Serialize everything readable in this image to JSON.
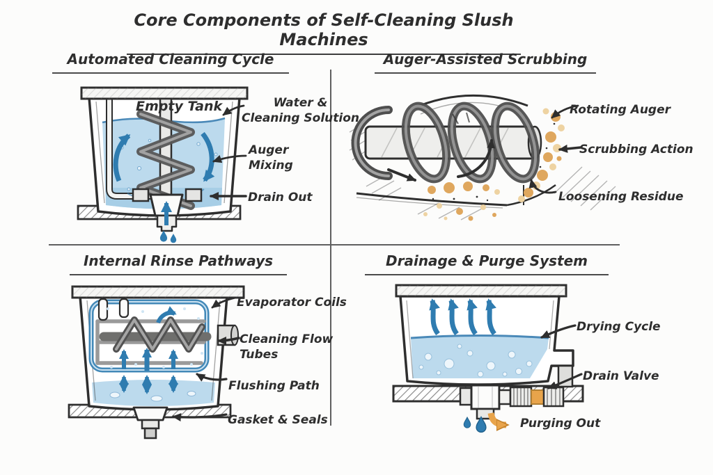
{
  "title": "Core Components of Self-Cleaning Slush Machines",
  "colors": {
    "ink": "#2e2e2e",
    "line_gray": "#5f5f5f",
    "water_blue": "#bcdaed",
    "water_deep": "#a3cbe4",
    "water_edge": "#4a89b8",
    "arrow_blue": "#2f7cb0",
    "residue_tan": "#dfa75e",
    "residue_light": "#eed3a2",
    "residue_dark": "#b07f33",
    "purge_orange": "#e8a44b",
    "purge_dark": "#c07f28",
    "metal_light": "#ececea",
    "background": "#fcfcfb"
  },
  "panels": [
    {
      "title": "Automated Cleaning Cycle",
      "labels": {
        "empty_tank": "Empty Tank",
        "water_solution": "Water &\nCleaning Solution",
        "auger_mixing": "Auger\nMixing",
        "drain_out": "Drain Out"
      }
    },
    {
      "title": "Auger-Assisted Scrubbing",
      "labels": {
        "rotating_auger": "Rotating Auger",
        "scrubbing_action": "Scrubbing Action",
        "loosening_residue": "Loosening Residue"
      }
    },
    {
      "title": "Internal Rinse Pathways",
      "labels": {
        "evaporator_coils": "Evaporator Coils",
        "cleaning_flow_tubes": "Cleaning Flow\nTubes",
        "flushing_path": "Flushing Path",
        "gasket_seals": "Gasket & Seals"
      }
    },
    {
      "title": "Drainage & Purge System",
      "labels": {
        "drying_cycle": "Drying Cycle",
        "drain_valve": "Drain Valve",
        "purging_out": "Purging Out"
      }
    }
  ]
}
